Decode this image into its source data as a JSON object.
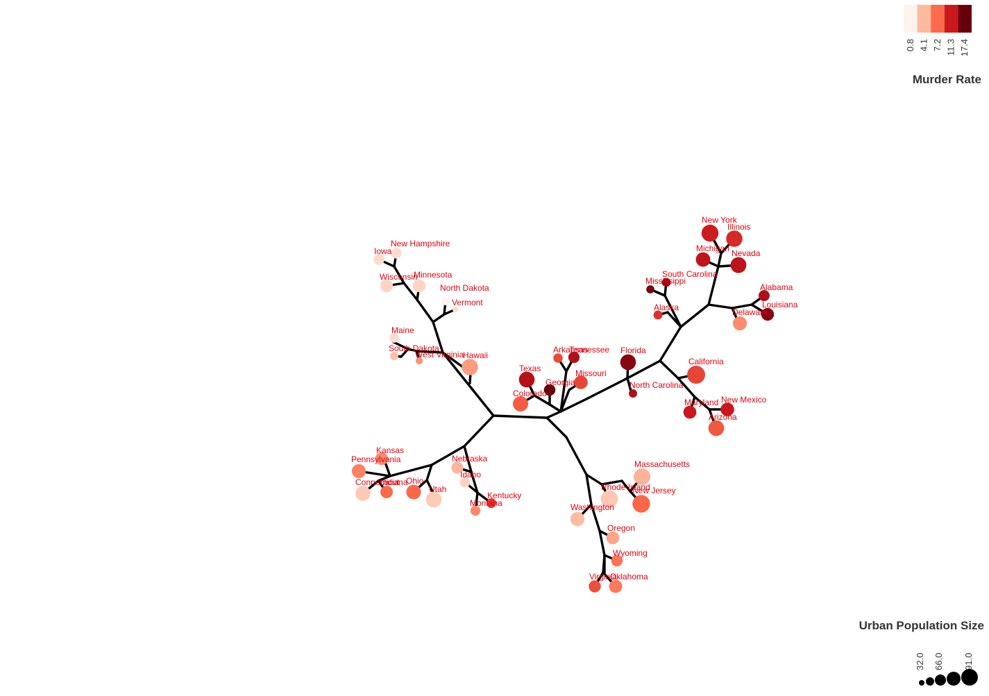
{
  "colors": {
    "edge": "#000000",
    "label": "#e0000f",
    "scale": [
      "#fff3ef",
      "#fcbba1",
      "#fb6a4a",
      "#cb181d",
      "#67000d"
    ]
  },
  "legend_color": {
    "title": "Murder Rate",
    "ticks": [
      "0.8",
      "4.1",
      "7.2",
      "11.3",
      "17.4"
    ]
  },
  "legend_size": {
    "title": "Urban Population Size",
    "ticks": [
      "32.0",
      "66.0",
      "91.0"
    ]
  },
  "tree": {
    "leaves": [
      {
        "name": "Iowa",
        "murder": 2.2,
        "urban": 57
      },
      {
        "name": "New Hampshire",
        "murder": 2.1,
        "urban": 56
      },
      {
        "name": "Wisconsin",
        "murder": 2.6,
        "urban": 66
      },
      {
        "name": "Minnesota",
        "murder": 2.7,
        "urban": 66
      },
      {
        "name": "North Dakota",
        "murder": 0.8,
        "urban": 44
      },
      {
        "name": "Vermont",
        "murder": 2.2,
        "urban": 32
      },
      {
        "name": "Maine",
        "murder": 2.1,
        "urban": 51
      },
      {
        "name": "South Dakota",
        "murder": 3.8,
        "urban": 45
      },
      {
        "name": "West Virginia",
        "murder": 5.7,
        "urban": 39
      },
      {
        "name": "Hawaii",
        "murder": 5.3,
        "urban": 83
      },
      {
        "name": "Kansas",
        "murder": 6.0,
        "urban": 66
      },
      {
        "name": "Pennsylvania",
        "murder": 6.3,
        "urban": 72
      },
      {
        "name": "Connecticut",
        "murder": 3.3,
        "urban": 77
      },
      {
        "name": "Indiana",
        "murder": 7.2,
        "urban": 65
      },
      {
        "name": "Ohio",
        "murder": 7.3,
        "urban": 75
      },
      {
        "name": "Utah",
        "murder": 3.2,
        "urban": 80
      },
      {
        "name": "Nebraska",
        "murder": 4.3,
        "urban": 62
      },
      {
        "name": "Idaho",
        "murder": 2.6,
        "urban": 54
      },
      {
        "name": "Montana",
        "murder": 6.0,
        "urban": 53
      },
      {
        "name": "Kentucky",
        "murder": 9.7,
        "urban": 52
      },
      {
        "name": "Texas",
        "murder": 12.7,
        "urban": 80
      },
      {
        "name": "Colorado",
        "murder": 7.9,
        "urban": 78
      },
      {
        "name": "Georgia",
        "murder": 17.4,
        "urban": 60
      },
      {
        "name": "Arkansas",
        "murder": 8.8,
        "urban": 50
      },
      {
        "name": "Tennessee",
        "murder": 13.2,
        "urban": 59
      },
      {
        "name": "Missouri",
        "murder": 9.0,
        "urban": 70
      },
      {
        "name": "Florida",
        "murder": 15.4,
        "urban": 80
      },
      {
        "name": "North Carolina",
        "murder": 13.0,
        "urban": 45
      },
      {
        "name": "Massachusetts",
        "murder": 4.4,
        "urban": 85
      },
      {
        "name": "Rhode Island",
        "murder": 3.4,
        "urban": 87
      },
      {
        "name": "New Jersey",
        "murder": 7.4,
        "urban": 89
      },
      {
        "name": "Washington",
        "murder": 4.0,
        "urban": 73
      },
      {
        "name": "Oregon",
        "murder": 4.9,
        "urban": 67
      },
      {
        "name": "Wyoming",
        "murder": 6.8,
        "urban": 60
      },
      {
        "name": "Virginia",
        "murder": 8.5,
        "urban": 63
      },
      {
        "name": "Oklahoma",
        "murder": 6.6,
        "urban": 68
      },
      {
        "name": "California",
        "murder": 9.0,
        "urban": 91
      },
      {
        "name": "Maryland",
        "murder": 11.3,
        "urban": 67
      },
      {
        "name": "New Mexico",
        "murder": 11.4,
        "urban": 70
      },
      {
        "name": "Arizona",
        "murder": 8.1,
        "urban": 80
      },
      {
        "name": "Mississippi",
        "murder": 16.1,
        "urban": 44
      },
      {
        "name": "South Carolina",
        "murder": 14.4,
        "urban": 48
      },
      {
        "name": "Alaska",
        "murder": 10.0,
        "urban": 48
      },
      {
        "name": "New York",
        "murder": 11.1,
        "urban": 86
      },
      {
        "name": "Illinois",
        "murder": 10.4,
        "urban": 83
      },
      {
        "name": "Michigan",
        "murder": 12.1,
        "urban": 74
      },
      {
        "name": "Nevada",
        "murder": 12.2,
        "urban": 81
      },
      {
        "name": "Alabama",
        "murder": 13.2,
        "urban": 58
      },
      {
        "name": "Louisiana",
        "murder": 15.4,
        "urban": 66
      },
      {
        "name": "Delaware",
        "murder": 5.9,
        "urban": 72
      }
    ]
  }
}
